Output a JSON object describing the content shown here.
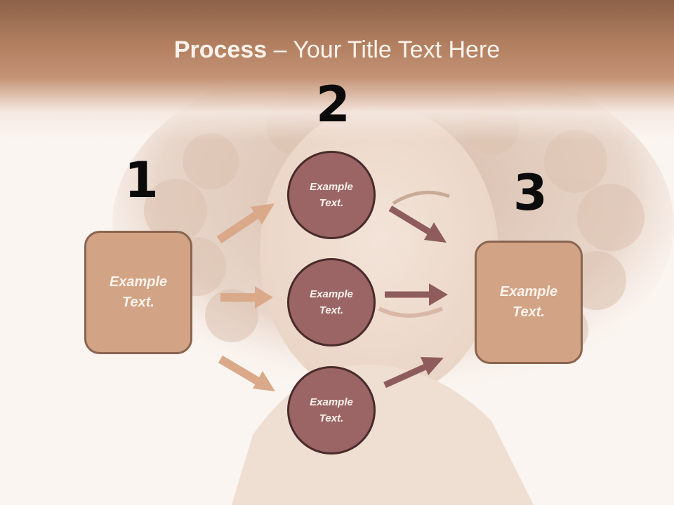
{
  "title": {
    "bold": "Process",
    "rest": " – Your Title Text Here"
  },
  "steps": {
    "one": {
      "number": "1",
      "line1": "Example",
      "line2": "Text."
    },
    "two": {
      "number": "2",
      "circles": [
        {
          "line1": "Example",
          "line2": "Text."
        },
        {
          "line1": "Example",
          "line2": "Text."
        },
        {
          "line1": "Example",
          "line2": "Text."
        }
      ]
    },
    "three": {
      "number": "3",
      "line1": "Example",
      "line2": "Text."
    }
  },
  "colors": {
    "header": "#b07e5f",
    "box_fill": "#d2a384",
    "box_border": "#8a6550",
    "circle_fill": "#9b6566",
    "circle_border": "#4a2b2b",
    "arrow_light": "#d9a98a",
    "arrow_dark": "#8e5c5c",
    "text_light": "#fbf3ec"
  },
  "background": {
    "type": "faded portrait photo",
    "icon": "portrait-photo"
  }
}
